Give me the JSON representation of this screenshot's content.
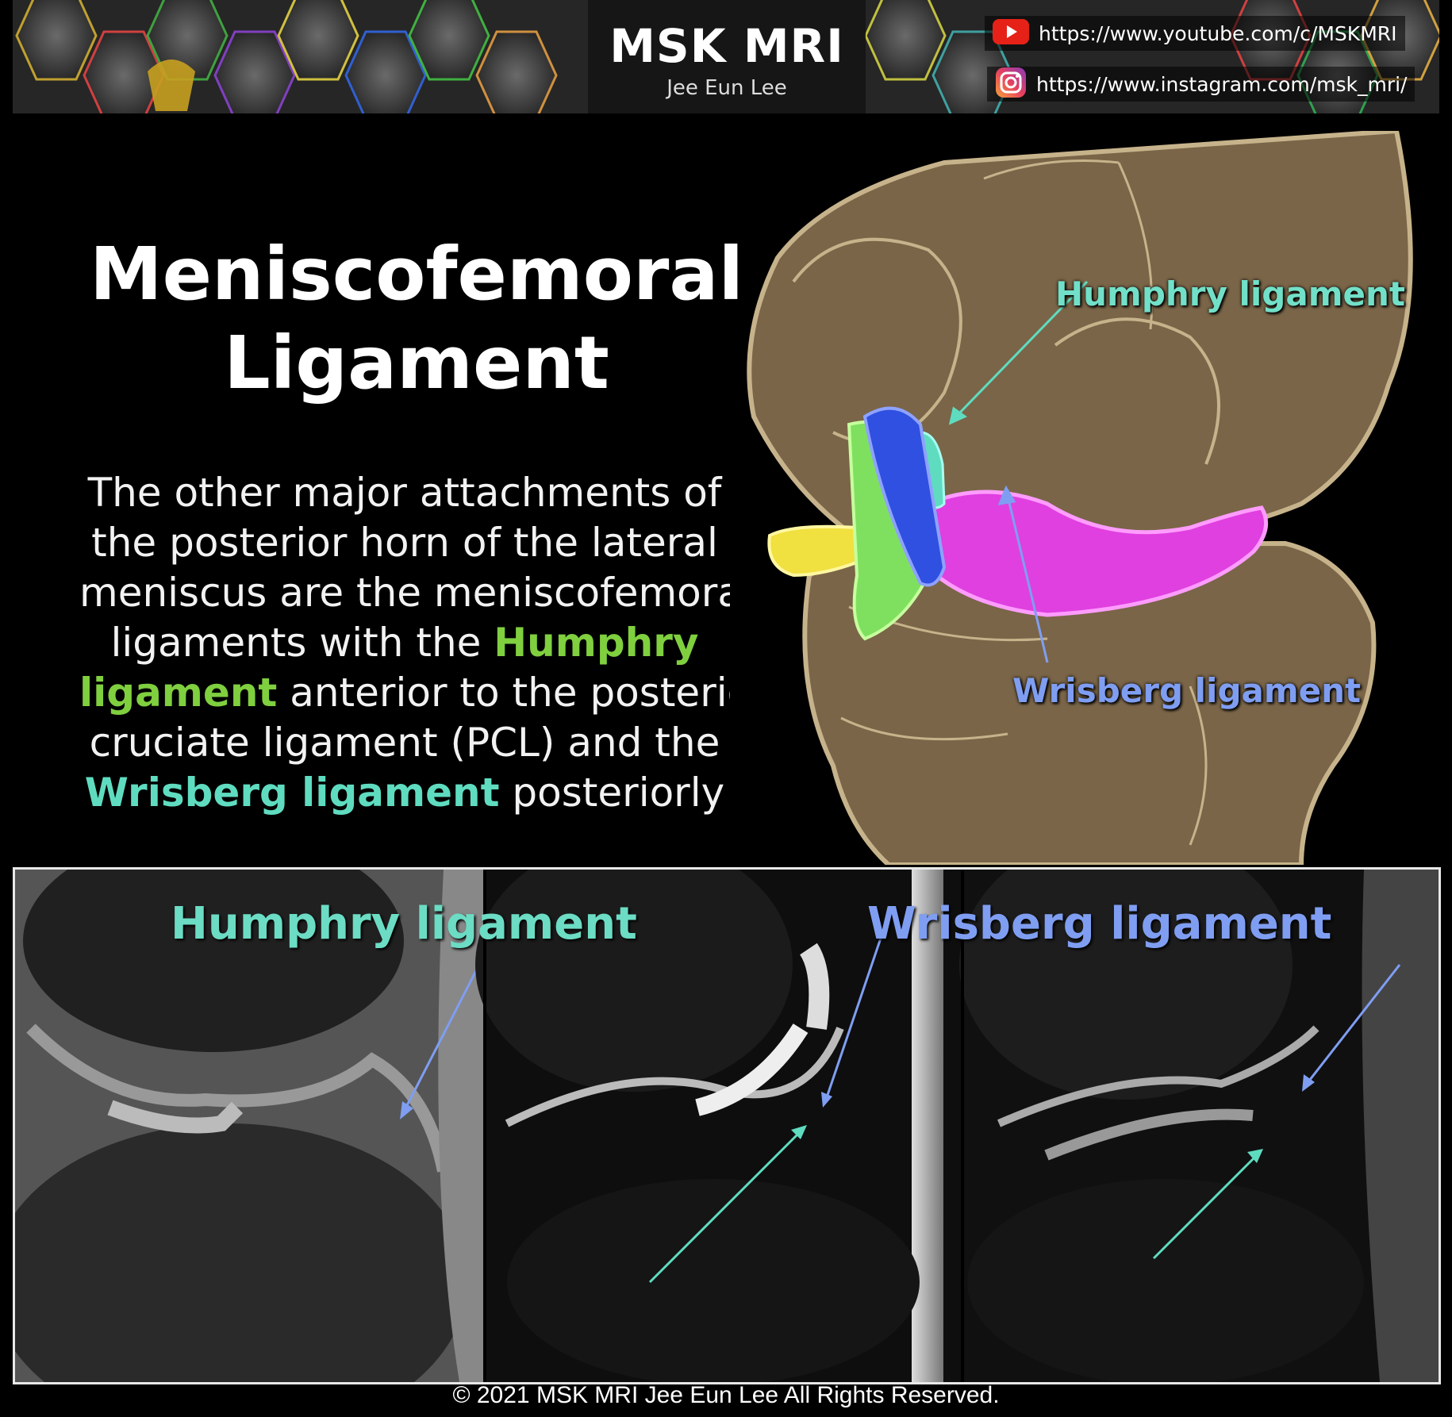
{
  "header": {
    "brand_title": "MSK MRI",
    "brand_subtitle": "Jee Eun Lee",
    "youtube_url": "https://www.youtube.com/c/MSKMRI",
    "instagram_url": "https://www.instagram.com/msk_mri/"
  },
  "main": {
    "title_line1": "Meniscofemoral",
    "title_line2": "Ligament",
    "description": {
      "line1": "The other major attachments of",
      "line2": "the posterior horn of the lateral",
      "line3": "meniscus are the meniscofemoral",
      "line4_pre": "ligaments with the ",
      "line4_highlight": "Humphry",
      "line5_highlight": "ligament",
      "line5_post": " anterior to the posterior",
      "line6": "cruciate ligament (PCL) and the",
      "line7_highlight": "Wrisberg ligament",
      "line7_post": " posteriorly"
    }
  },
  "illustration": {
    "humphry_label": "Humphry ligament",
    "wrisberg_label": "Wrisberg ligament"
  },
  "mri_panel": {
    "humphry_label": "Humphry ligament",
    "wrisberg_label": "Wrisberg ligament"
  },
  "footer": {
    "copyright": "© 2021 MSK MRI Jee Eun Lee All Rights Reserved."
  },
  "colors": {
    "humphry": "#5fdcc0",
    "wrisberg": "#7f9ef2",
    "highlight_green": "#7fcf3f",
    "bone": "#7a6548",
    "meniscus": "#e040e0",
    "pcl": "#7fe060"
  }
}
